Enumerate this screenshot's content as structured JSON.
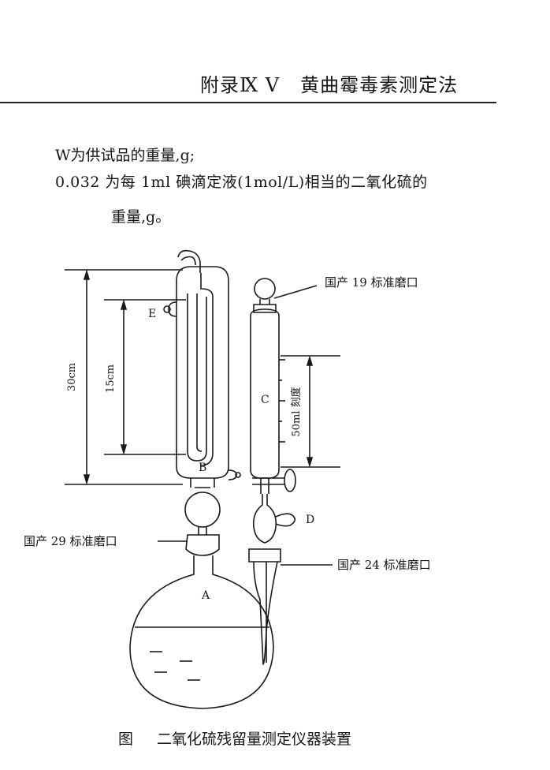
{
  "header": {
    "appendix": "附录Ⅸ Ⅴ",
    "title": "黄曲霉毒素测定法"
  },
  "body_text": {
    "line1": "W为供试品的重量,g;",
    "line2": "0.032 为每 1ml 碘滴定液(1mol/L)相当的二氧化硫的",
    "line3": "重量,g。"
  },
  "figure": {
    "labels": {
      "a": "A",
      "b": "B",
      "c": "C",
      "d": "D",
      "e": "E"
    },
    "dimensions": {
      "overall": "30cm",
      "condenser": "15cm",
      "burette": "50ml 刻度"
    },
    "joints": {
      "top": "国产 19 标准磨口",
      "left": "国产 29 标准磨口",
      "right": "国产 24 标准磨口"
    }
  },
  "caption": {
    "prefix": "图",
    "title": "二氧化硫残留量测定仪器装置"
  }
}
